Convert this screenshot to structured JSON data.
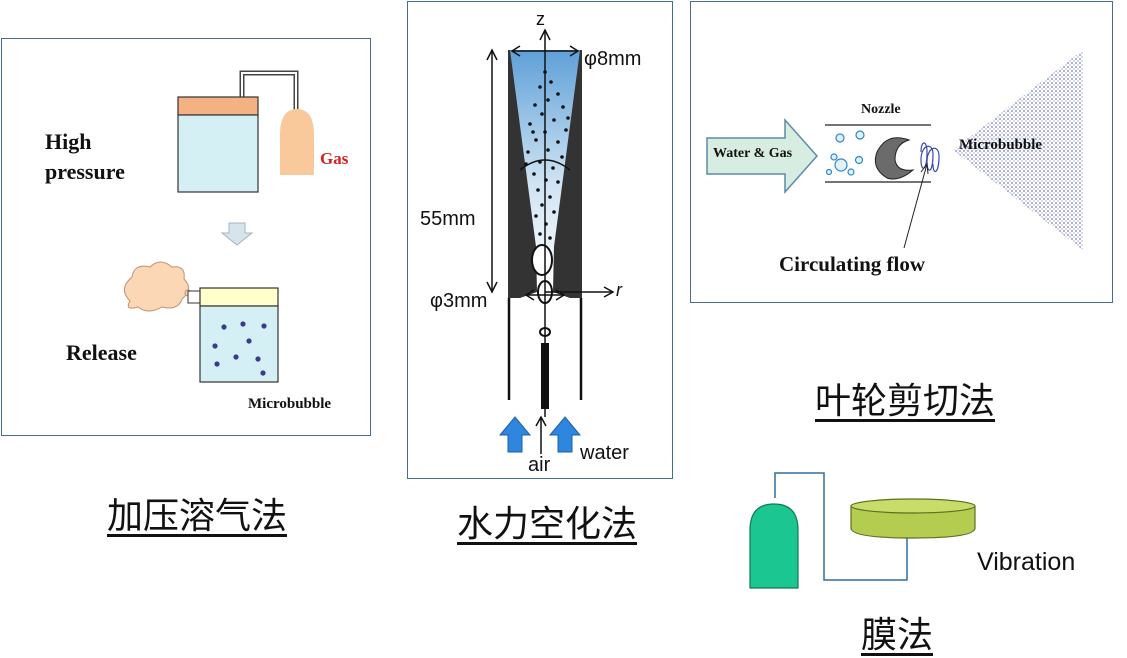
{
  "panels": {
    "pressure": {
      "high_pressure_line1": "High",
      "high_pressure_line2": "pressure",
      "gas_label": "Gas",
      "release_label": "Release",
      "microbubble_label": "Microbubble",
      "caption": "加压溶气法"
    },
    "cavitation": {
      "axis_z": "z",
      "axis_r": "r",
      "top_diameter": "φ8mm",
      "length": "55mm",
      "throat_diameter": "φ3mm",
      "air_label": "air",
      "water_label": "water",
      "caption": "水力空化法"
    },
    "impeller": {
      "water_gas_label": "Water & Gas",
      "nozzle_label": "Nozzle",
      "microbubble_label": "Microbubble",
      "circulating_flow_label": "Circulating flow",
      "caption": "叶轮剪切法"
    },
    "membrane": {
      "vibration_label": "Vibration",
      "caption": "膜法"
    }
  },
  "colors": {
    "panel_border": "#4a6a94",
    "tank_top": "#f4b183",
    "tank_water": "#d5f0f5",
    "gas_cylinder": "#f9c89b",
    "release_lid": "#ffffcc",
    "bubble_dot": "#3b3b8c",
    "gas_label": "#d42020",
    "arrow_blue": "#2e86de",
    "nozzle_gradient_top": "#5fa0d8",
    "membrane_cylinder": "#1cc690",
    "membrane_disc": "#b4cc4f"
  }
}
